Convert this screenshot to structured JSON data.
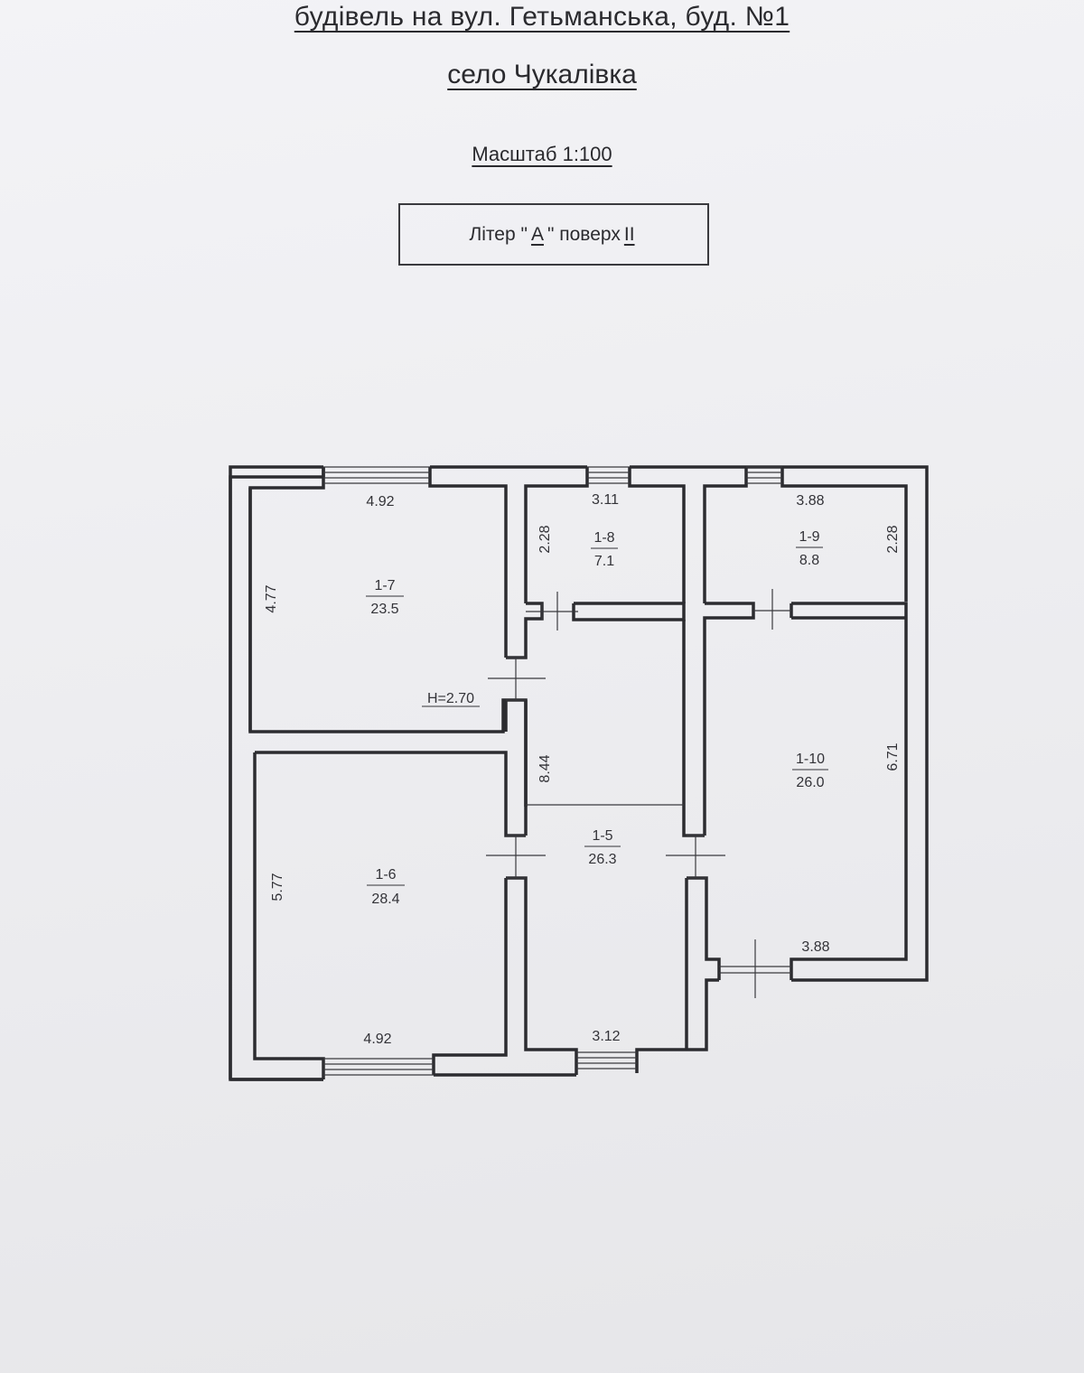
{
  "header": {
    "title_line1": "будівель на вул. Гетьманська, буд. №1",
    "title_line2": "село Чукалівка",
    "scale": "Масштаб 1:100"
  },
  "liter_box": {
    "liter_label": "Літер \"",
    "liter_value": "А",
    "floor_label": "\" поверх",
    "floor_value": "II"
  },
  "rooms": [
    {
      "id": "1-7",
      "area": "23.5"
    },
    {
      "id": "1-8",
      "area": "7.1"
    },
    {
      "id": "1-9",
      "area": "8.8"
    },
    {
      "id": "1-10",
      "area": "26.0"
    },
    {
      "id": "1-6",
      "area": "28.4"
    },
    {
      "id": "1-5",
      "area": "26.3"
    }
  ],
  "dimensions": {
    "room17_width": "4.92",
    "room17_height": "4.77",
    "room18_width": "3.11",
    "room18_height": "2.28",
    "room19_width": "3.88",
    "room19_height": "2.28",
    "room110_height": "6.71",
    "room110_width": "3.88",
    "corridor_height": "8.44",
    "room16_height": "5.77",
    "room16_width": "4.92",
    "room15_width": "3.12",
    "ceiling_height": "Н=2.70"
  },
  "colors": {
    "wall": "#2c2c30",
    "paper": "#f0f0f3"
  }
}
